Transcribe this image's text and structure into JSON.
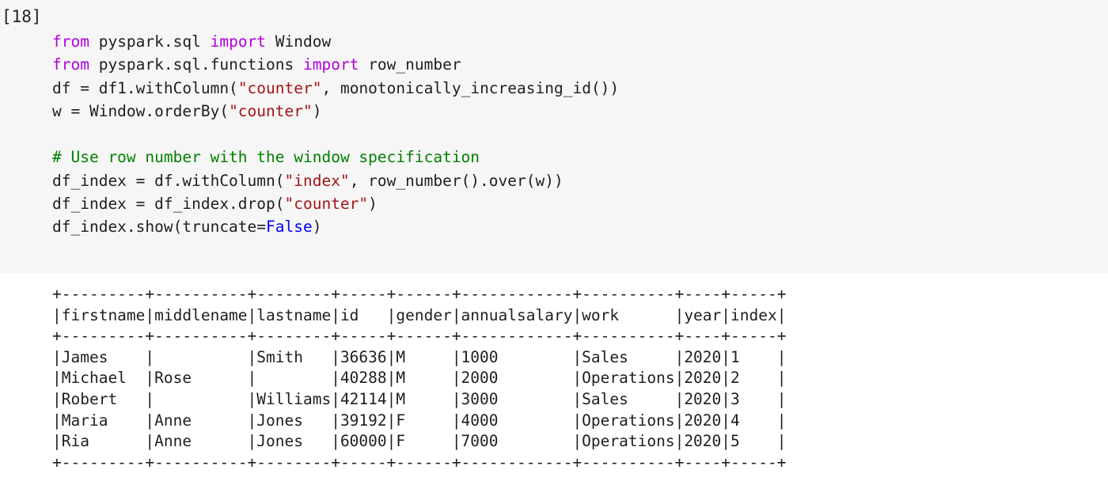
{
  "cell": {
    "execution_count": "[18]",
    "code_lines": [
      [
        {
          "t": "kw",
          "v": "from"
        },
        {
          "t": "",
          "v": " pyspark.sql "
        },
        {
          "t": "kw",
          "v": "import"
        },
        {
          "t": "",
          "v": " Window"
        }
      ],
      [
        {
          "t": "kw",
          "v": "from"
        },
        {
          "t": "",
          "v": " pyspark.sql.functions "
        },
        {
          "t": "kw",
          "v": "import"
        },
        {
          "t": "",
          "v": " row_number"
        }
      ],
      [
        {
          "t": "",
          "v": "df = df1.withColumn("
        },
        {
          "t": "str",
          "v": "\"counter\""
        },
        {
          "t": "",
          "v": ", monotonically_increasing_id())"
        }
      ],
      [
        {
          "t": "",
          "v": "w = Window.orderBy("
        },
        {
          "t": "str",
          "v": "\"counter\""
        },
        {
          "t": "",
          "v": ")"
        }
      ],
      [],
      [
        {
          "t": "cmt",
          "v": "# Use row number with the window specification"
        }
      ],
      [
        {
          "t": "",
          "v": "df_index = df.withColumn("
        },
        {
          "t": "str",
          "v": "\"index\""
        },
        {
          "t": "",
          "v": ", row_number().over(w))"
        }
      ],
      [
        {
          "t": "",
          "v": "df_index = df_index.drop("
        },
        {
          "t": "str",
          "v": "\"counter\""
        },
        {
          "t": "",
          "v": ")"
        }
      ],
      [
        {
          "t": "",
          "v": "df_index.show(truncate="
        },
        {
          "t": "const",
          "v": "False"
        },
        {
          "t": "",
          "v": ")"
        }
      ]
    ],
    "output": {
      "border": "+---------+----------+--------+-----+------+------------+----------+----+-----+",
      "header": "|firstname|middlename|lastname|id   |gender|annualsalary|work      |year|index|",
      "rows": [
        "|James    |          |Smith   |36636|M     |1000        |Sales     |2020|1    |",
        "|Michael  |Rose      |        |40288|M     |2000        |Operations|2020|2    |",
        "|Robert   |          |Williams|42114|M     |3000        |Sales     |2020|3    |",
        "|Maria    |Anne      |Jones   |39192|F     |4000        |Operations|2020|4    |",
        "|Ria      |Anne      |Jones   |60000|F     |7000        |Operations|2020|5    |"
      ]
    }
  },
  "colors": {
    "code_background": "#f6f6f6",
    "keyword": "#af00db",
    "string": "#a31515",
    "comment": "#008000",
    "constant": "#0000ff",
    "text": "#1f1f1f"
  }
}
